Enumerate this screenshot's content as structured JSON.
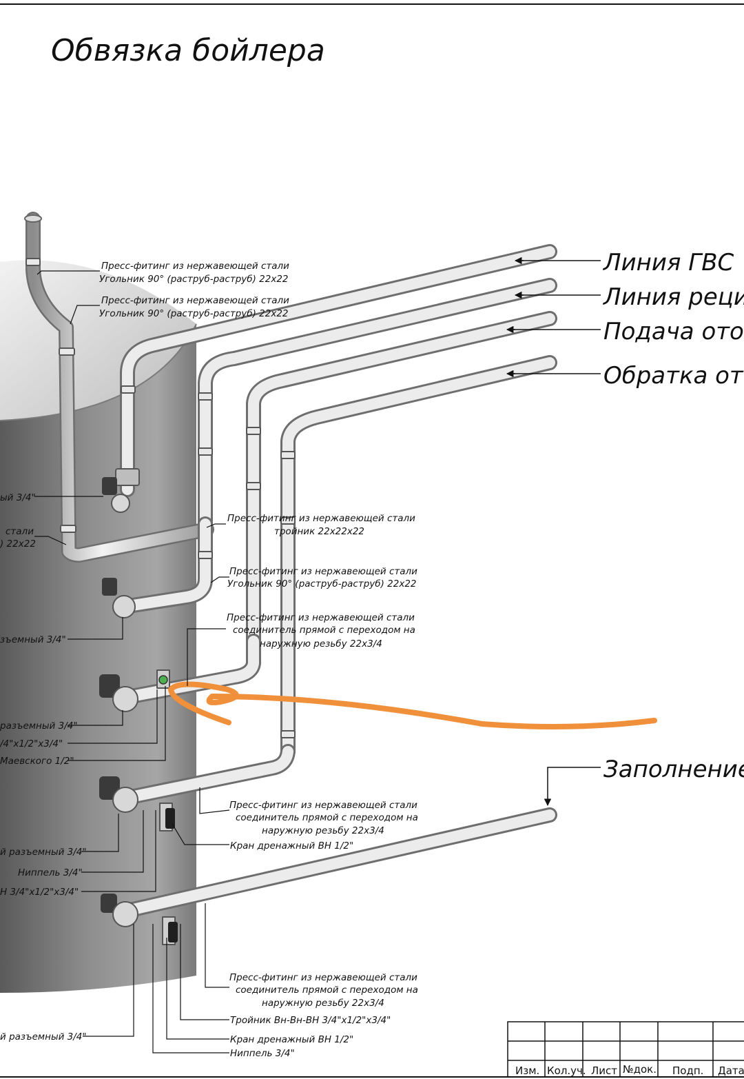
{
  "title": "Обвязка бойлера",
  "lines": {
    "gvs": "Линия ГВС",
    "recirc": "Линия рецирк",
    "supply": "Подача отопл",
    "return": "Обратка ото",
    "fill": "Заполнение Х"
  },
  "callouts": [
    {
      "id": "c1",
      "lines": [
        "Пресс-фитинг из нержавеющей стали",
        "Угольник 90° (раструб-раструб) 22x22"
      ]
    },
    {
      "id": "c2",
      "lines": [
        "Пресс-фитинг из нержавеющей стали",
        "Угольник 90° (раструб-раструб) 22x22"
      ]
    },
    {
      "id": "c3",
      "lines": [
        "Пресс-фитинг из нержавеющей стали",
        "тройник 22x22x22"
      ]
    },
    {
      "id": "c4",
      "lines": [
        "Пресс-фитинг из нержавеющей стали",
        "Угольник 90° (раструб-раструб) 22x22"
      ]
    },
    {
      "id": "c5",
      "lines": [
        "Пресс-фитинг из нержавеющей стали",
        "соединитель прямой с переходом на",
        "наружную резьбу 22x3/4"
      ]
    },
    {
      "id": "c6",
      "lines": [
        "Пресс-фитинг из нержавеющей стали",
        "соединитель прямой с переходом на",
        "наружную резьбу 22x3/4"
      ]
    },
    {
      "id": "c7",
      "lines": [
        "Кран дренажный ВН 1/2\""
      ]
    },
    {
      "id": "c8",
      "lines": [
        "Пресс-фитинг из нержавеющей стали",
        "соединитель прямой с переходом на",
        "наружную резьбу 22x3/4"
      ]
    },
    {
      "id": "c9",
      "lines": [
        "Тройник Вн-Вн-ВН 3/4\"x1/2\"x3/4\""
      ]
    },
    {
      "id": "c10",
      "lines": [
        "Кран дренажный ВН 1/2\""
      ]
    },
    {
      "id": "c11",
      "lines": [
        "Ниппель 3/4\""
      ]
    },
    {
      "id": "c12",
      "lines": [
        "й разъемный 3/4\""
      ]
    }
  ],
  "left_labels": [
    {
      "id": "l1",
      "text": "ый 3/4\""
    },
    {
      "id": "l2a",
      "text": "стали"
    },
    {
      "id": "l2b",
      "text": ") 22x22"
    },
    {
      "id": "l3",
      "text": "зъемный 3/4\""
    },
    {
      "id": "l4",
      "text": "разъемный 3/4\""
    },
    {
      "id": "l5",
      "text": "/4\"x1/2\"x3/4\""
    },
    {
      "id": "l6",
      "text": "Маевского 1/2\""
    },
    {
      "id": "l7",
      "text": "й разъемный 3/4\""
    },
    {
      "id": "l8",
      "text": "Ниппель 3/4\""
    },
    {
      "id": "l9",
      "text": "Н 3/4\"x1/2\"x3/4\""
    }
  ],
  "title_block": {
    "cols": [
      "Изм.",
      "Кол.уч.",
      "Лист",
      "№док.",
      "Подп.",
      "Дата"
    ]
  },
  "colors": {
    "pipe": "#cfcfcf",
    "tank": "#8a8a8a",
    "annotation": "#f0903a"
  }
}
